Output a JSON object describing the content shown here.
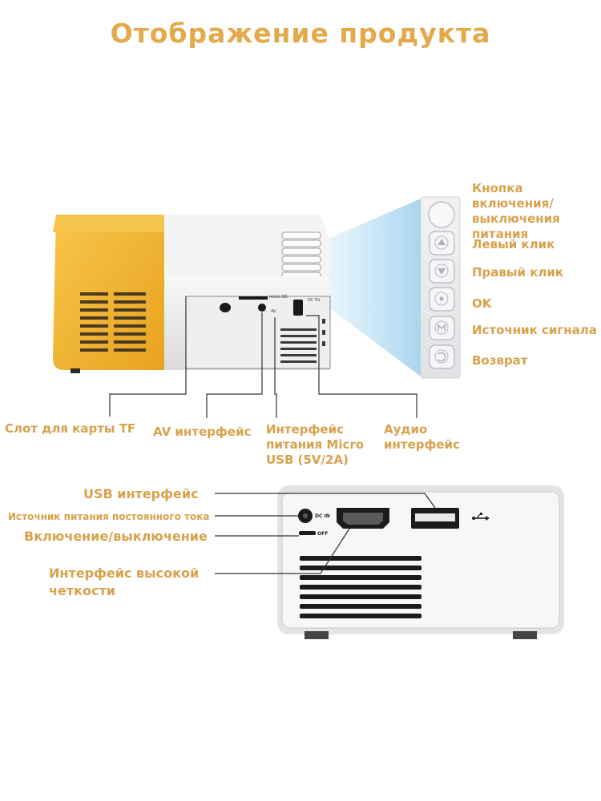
{
  "title": "Отображение продукта",
  "top_view": {
    "port_marks": [
      "micro SD",
      "AV",
      "DC 5V"
    ],
    "callouts": [
      "Слот для карты TF",
      "AV интерфейс",
      "Интерфейс питания Micro USB (5V/2A)",
      "Аудио интерфейс"
    ]
  },
  "buttons": [
    {
      "icon": "power-icon",
      "label": "Кнопка включения/ выключения питания"
    },
    {
      "icon": "left-arrow-icon",
      "label": "Левый клик"
    },
    {
      "icon": "right-arrow-icon",
      "label": "Правый клик"
    },
    {
      "icon": "ok-icon",
      "label": "OK"
    },
    {
      "icon": "source-icon",
      "label": "Источник сигнала"
    },
    {
      "icon": "back-icon",
      "label": "Возврат"
    }
  ],
  "rear_view": {
    "dc_mark": "DC IN",
    "off_mark": "OFF",
    "callouts": [
      "USB интерфейс",
      "Источник питания постоянного тока",
      "Включение/выключение",
      "Интерфейс высокой четкости"
    ]
  },
  "colors": {
    "accent": "#d8a24c",
    "projector_yellow": "#f2b233",
    "projector_white": "#eeeeee"
  }
}
